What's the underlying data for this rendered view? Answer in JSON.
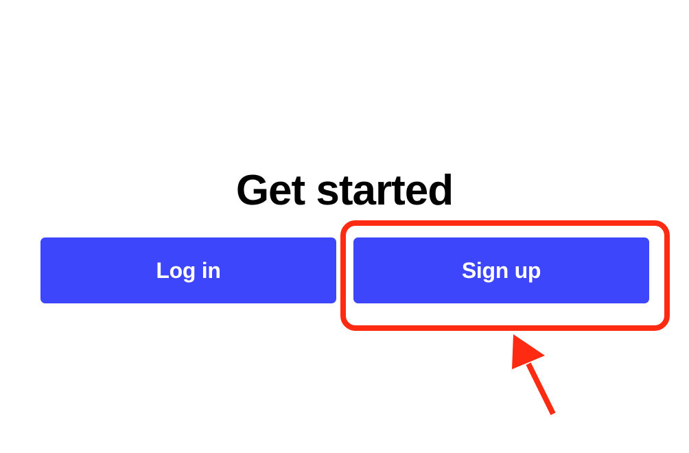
{
  "page": {
    "title": "Get started"
  },
  "buttons": {
    "login_label": "Log in",
    "signup_label": "Sign up"
  },
  "colors": {
    "button_bg": "#3d46fb",
    "annotation": "#fe2a12",
    "title_text": "#000000"
  },
  "annotation": {
    "target": "signup-button",
    "shape": "rounded-rectangle-with-arrow"
  }
}
